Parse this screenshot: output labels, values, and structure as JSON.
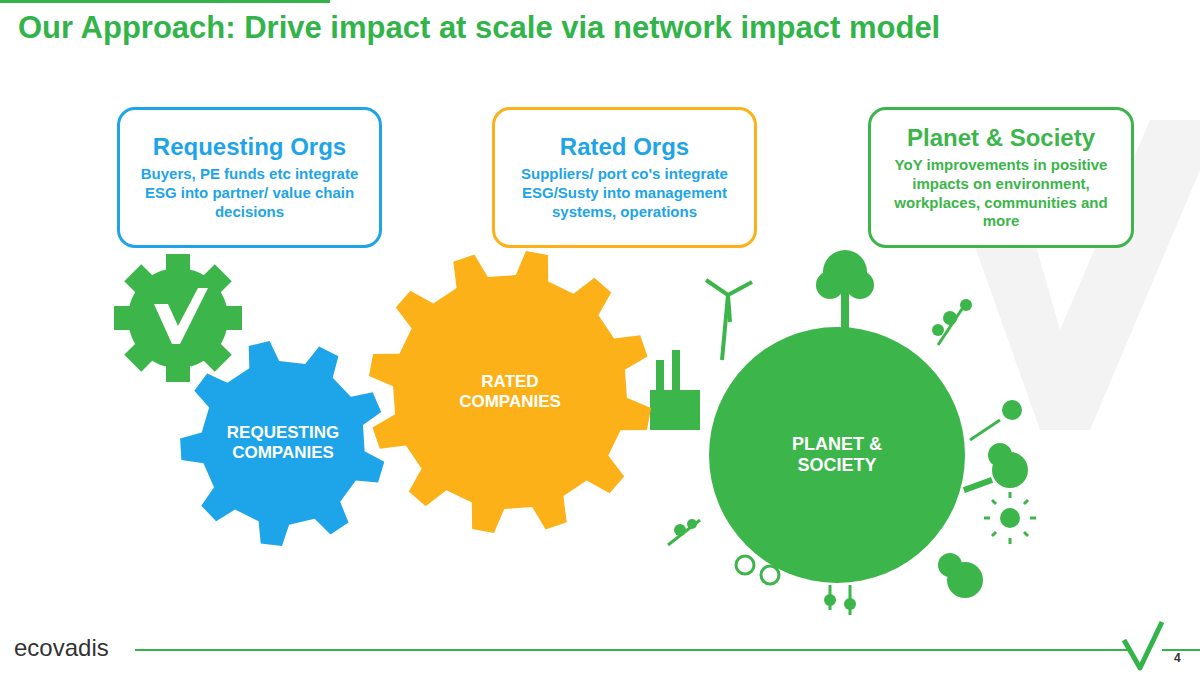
{
  "diagram": {
    "title": "Our Approach: Drive impact at scale via network impact model",
    "nodes": [
      {
        "text": [
          "Requesting Orgs",
          "Buyers, PE funds etc integrate ESG into partner/ value chain decisions"
        ]
      },
      {
        "text": [
          "Rated Orgs",
          "Suppliers/ port co's integrate ESG/Susty into management systems, operations"
        ]
      },
      {
        "text": [
          "Planet & Society",
          "YoY improvements in positive impacts on environment, workplaces, communities and more"
        ]
      },
      {
        "text": [
          "REQUESTING COMPANIES"
        ]
      },
      {
        "text": [
          "RATED COMPANIES"
        ]
      },
      {
        "text": [
          "PLANET & SOCIETY"
        ]
      }
    ],
    "labels": [
      "ecovadis",
      "4"
    ]
  }
}
